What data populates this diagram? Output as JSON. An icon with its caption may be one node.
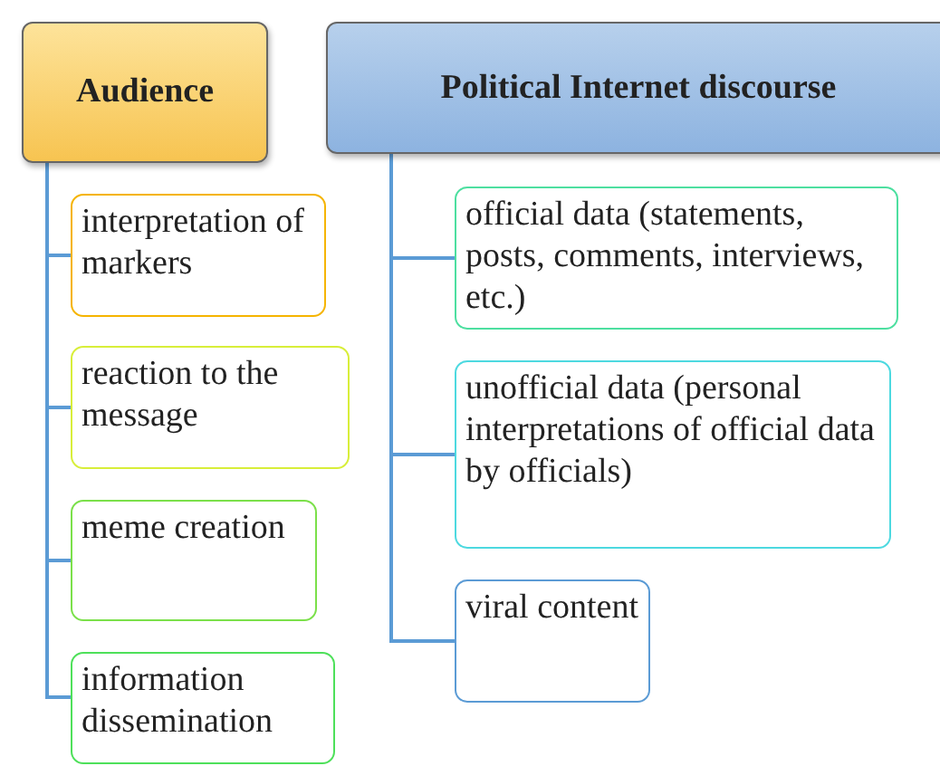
{
  "diagram": {
    "nodes": [
      {
        "text": [
          "Audience"
        ]
      },
      {
        "text": [
          "Political Internet discourse"
        ]
      },
      {
        "text": [
          "interpretation of markers"
        ]
      },
      {
        "text": [
          "reaction to the message"
        ]
      },
      {
        "text": [
          "meme creation"
        ]
      },
      {
        "text": [
          "information dissemination"
        ]
      },
      {
        "text": [
          "official data (statements, posts, comments, interviews, etc.)"
        ]
      },
      {
        "text": [
          "unofficial data (personal interpretations of official data by officials)"
        ]
      },
      {
        "text": [
          "viral content"
        ]
      }
    ],
    "edges": [
      {
        "from": 0,
        "to": 2,
        "arrow": "none"
      },
      {
        "from": 0,
        "to": 3,
        "arrow": "none"
      },
      {
        "from": 0,
        "to": 4,
        "arrow": "none"
      },
      {
        "from": 0,
        "to": 5,
        "arrow": "none"
      },
      {
        "from": 1,
        "to": 6,
        "arrow": "none"
      },
      {
        "from": 1,
        "to": 7,
        "arrow": "none"
      },
      {
        "from": 1,
        "to": 8,
        "arrow": "none"
      }
    ]
  }
}
